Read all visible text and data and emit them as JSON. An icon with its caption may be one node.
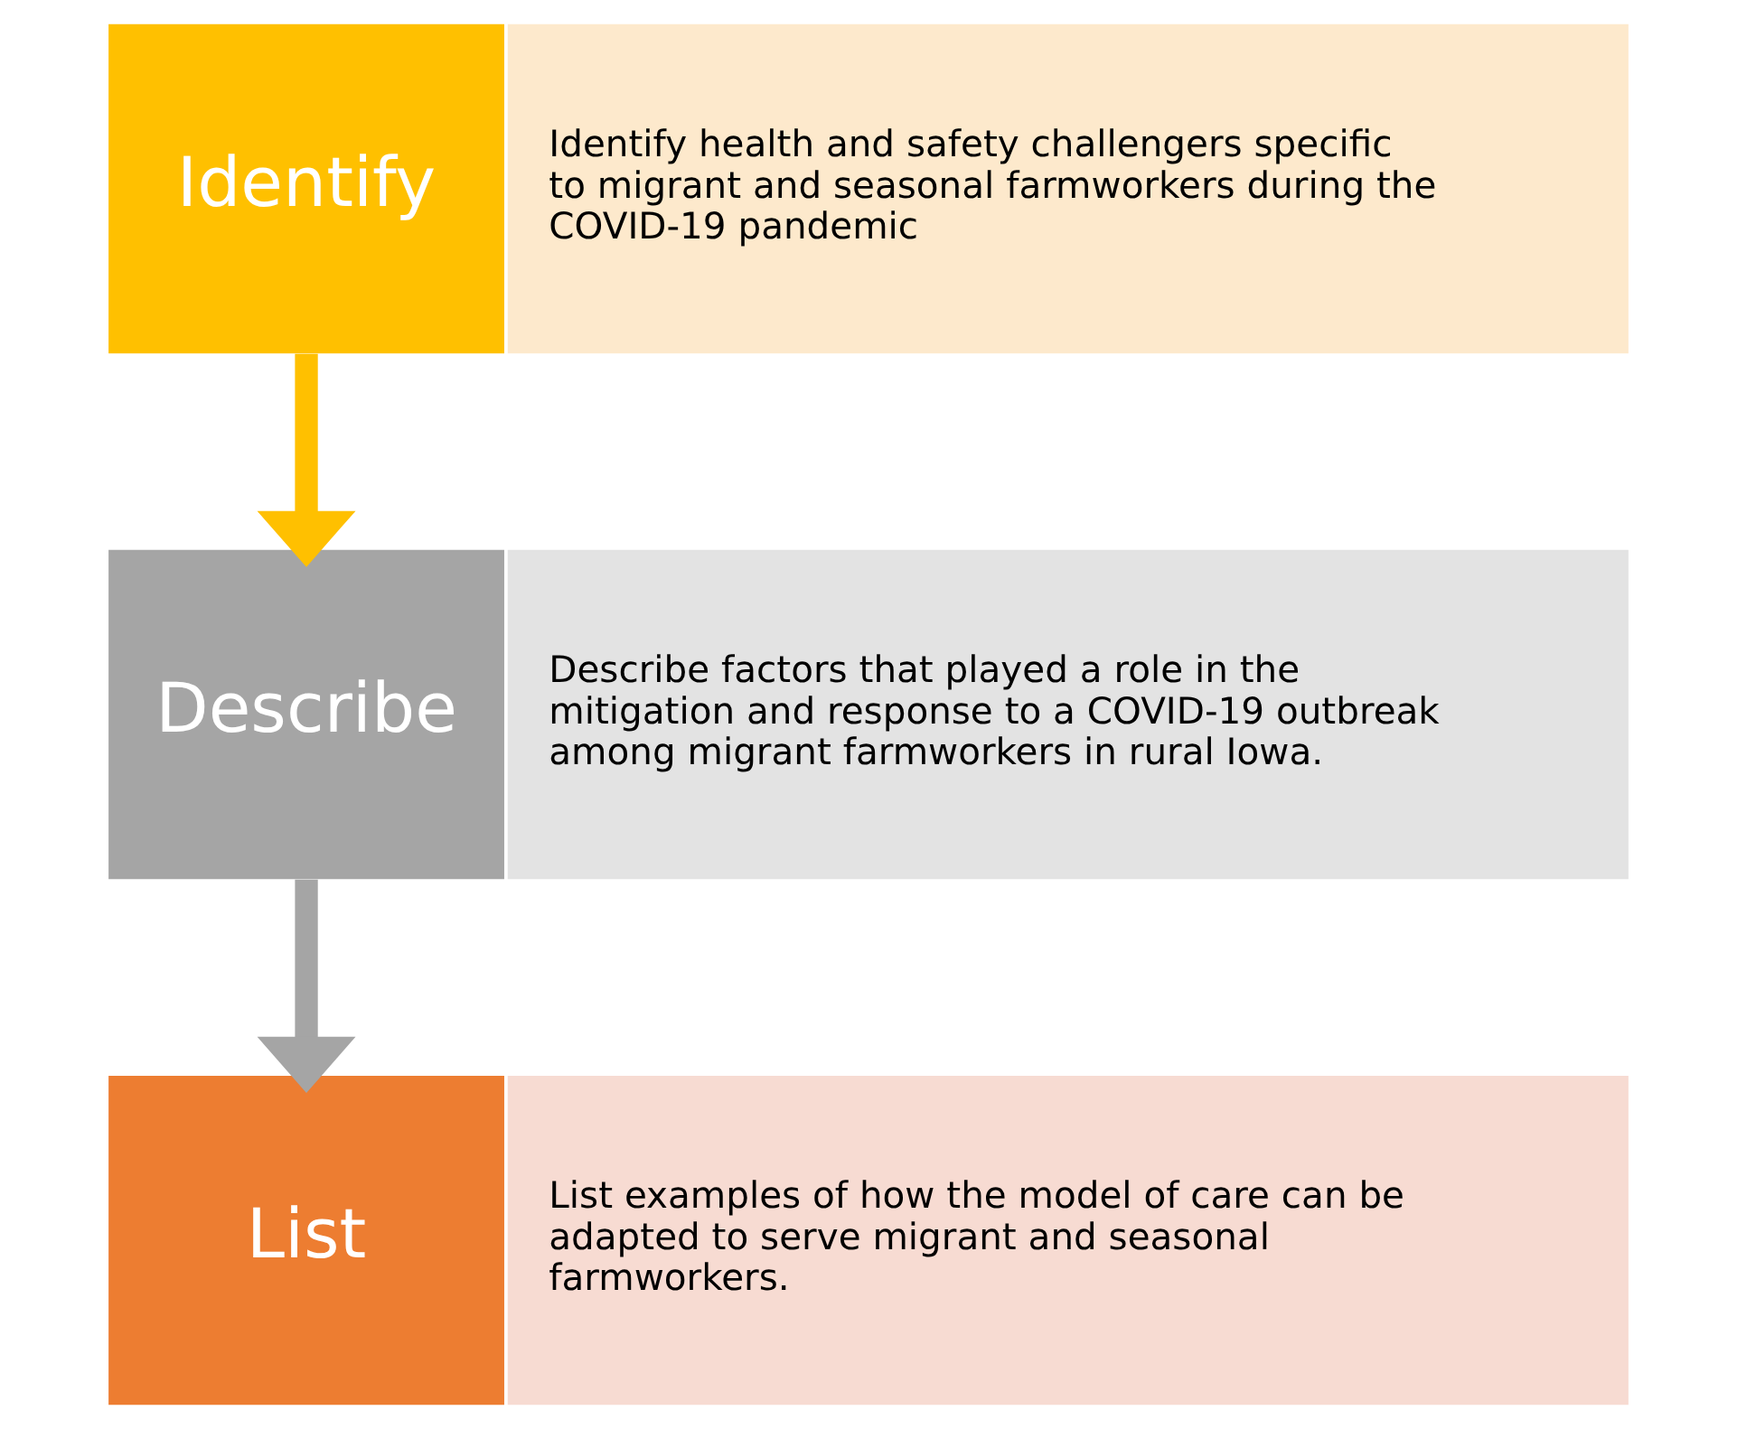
{
  "diagram": {
    "nodes": [
      {
        "text": [
          "Identify"
        ]
      },
      {
        "text": [
          "Identify health and safety challengers specific to migrant and seasonal farmworkers during the COVID-19 pandemic"
        ]
      },
      {
        "text": [
          "Describe"
        ]
      },
      {
        "text": [
          "Describe factors that played a role in the mitigation and response to a COVID-19 outbreak among migrant farmworkers in rural Iowa."
        ]
      },
      {
        "text": [
          "List"
        ]
      },
      {
        "text": [
          "List examples of how the model of care can be adapted to serve migrant and seasonal farmworkers."
        ]
      }
    ],
    "edges": [
      {
        "from": 0,
        "to": 2,
        "arrow": "to",
        "color": "#ffc000"
      },
      {
        "from": 2,
        "to": 4,
        "arrow": "to",
        "color": "#a5a5a5"
      }
    ]
  }
}
